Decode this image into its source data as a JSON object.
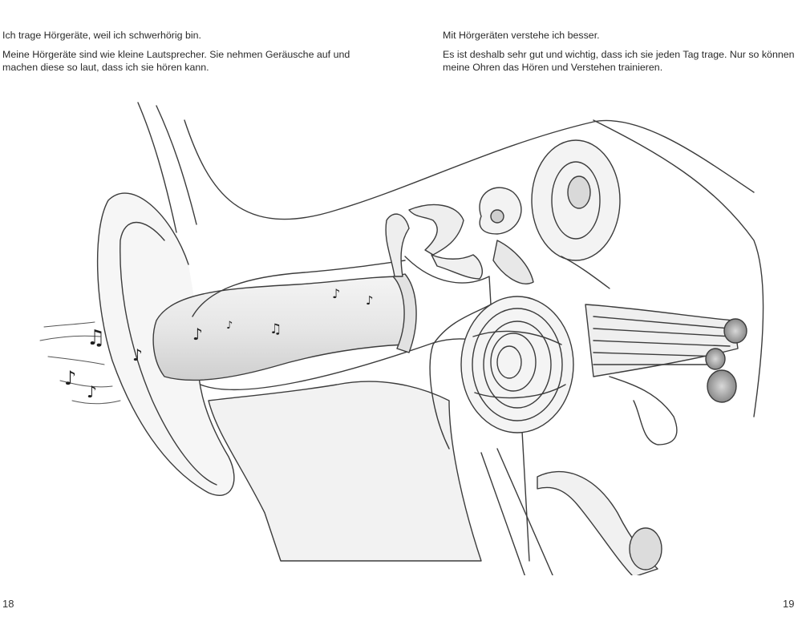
{
  "left_page": {
    "paragraphs": [
      "Ich trage Hörgeräte, weil ich schwerhörig bin.",
      "Meine Hörgeräte sind wie kleine Lautsprecher. Sie nehmen Geräusche auf und machen diese so laut, dass ich sie hören kann."
    ],
    "page_number": "18"
  },
  "right_page": {
    "paragraphs": [
      "Mit Hörgeräten verstehe ich besser.",
      "Es ist deshalb sehr gut und wichtig, dass ich sie jeden Tag trage. Nur so können meine Ohren das Hören und Verstehen trainieren."
    ],
    "page_number": "19"
  },
  "illustration": {
    "icon": "ear-anatomy-icon",
    "note_glyphs": [
      "♫",
      "♪",
      "♪",
      "♪",
      "♪",
      "♫",
      "♪",
      "♪",
      "♪"
    ]
  }
}
